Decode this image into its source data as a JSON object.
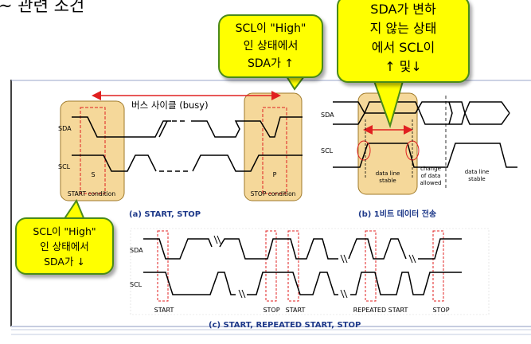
{
  "header_fragment": "~ 관련 조건",
  "diagram_a": {
    "caption": "(a) START, STOP",
    "bus_cycle_label": "버스 사이클 (busy)",
    "sda_label": "SDA",
    "scl_label": "SCL",
    "start_marker": "S",
    "stop_marker": "P",
    "start_condition": "START condition",
    "stop_condition": "STOP condition"
  },
  "diagram_b": {
    "caption": "(b) 1비트 데이터 전송",
    "sda_label": "SDA",
    "scl_label": "SCL",
    "stable_label": [
      "data line",
      "stable"
    ],
    "change_label": [
      "change",
      "of data",
      "allowed"
    ],
    "stable_label_2": [
      "data line",
      "stable"
    ]
  },
  "diagram_c": {
    "caption": "(c) START, REPEATED START, STOP",
    "sda_label": "SDA",
    "scl_label": "SCL",
    "labels": [
      "START",
      "STOP",
      "START",
      "REPEATED START",
      "STOP"
    ]
  },
  "callouts": {
    "top_big": [
      "SDA가 변하",
      "지 않는 상태",
      "에서 SCL이",
      "↑ 및↓"
    ],
    "top_mid": [
      "SCL이 \"High\"",
      "인 상태에서",
      "SDA가 ↑"
    ],
    "left": [
      "SCL이 \"High\"",
      "인 상태에서",
      "SDA가 ↓"
    ]
  },
  "colors": {
    "highlight": "#f5d89a",
    "highlight_border": "#a07a2a",
    "callout_fill": "#ffff00",
    "callout_border": "#4a8a1a",
    "arrow": "#e02020",
    "signal": "#000000"
  }
}
